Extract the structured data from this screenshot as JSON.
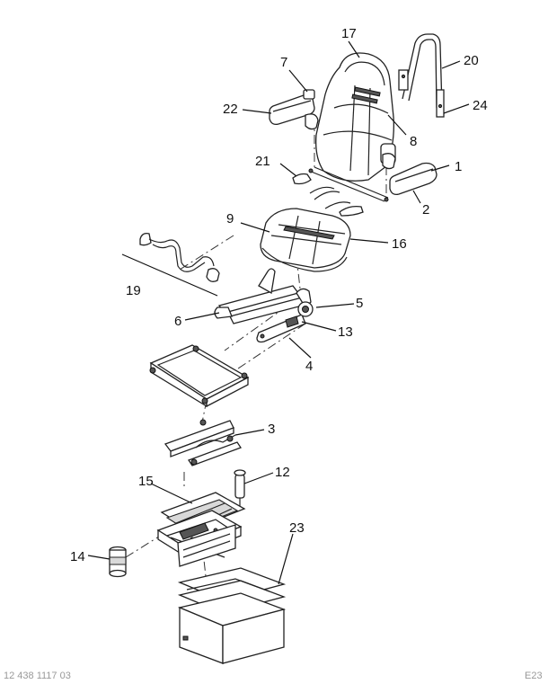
{
  "diagram": {
    "callouts": [
      {
        "id": "1",
        "label": "1"
      },
      {
        "id": "2",
        "label": "2"
      },
      {
        "id": "3",
        "label": "3"
      },
      {
        "id": "4",
        "label": "4"
      },
      {
        "id": "5",
        "label": "5"
      },
      {
        "id": "6",
        "label": "6"
      },
      {
        "id": "7",
        "label": "7"
      },
      {
        "id": "8",
        "label": "8"
      },
      {
        "id": "9",
        "label": "9"
      },
      {
        "id": "12",
        "label": "12"
      },
      {
        "id": "13",
        "label": "13"
      },
      {
        "id": "14",
        "label": "14"
      },
      {
        "id": "15",
        "label": "15"
      },
      {
        "id": "16",
        "label": "16"
      },
      {
        "id": "17",
        "label": "17"
      },
      {
        "id": "19",
        "label": "19"
      },
      {
        "id": "20",
        "label": "20"
      },
      {
        "id": "21",
        "label": "21"
      },
      {
        "id": "22",
        "label": "22"
      },
      {
        "id": "23",
        "label": "23"
      },
      {
        "id": "24",
        "label": "24"
      }
    ]
  },
  "footer": {
    "left": "12 438 1117 03",
    "right": "E23"
  }
}
